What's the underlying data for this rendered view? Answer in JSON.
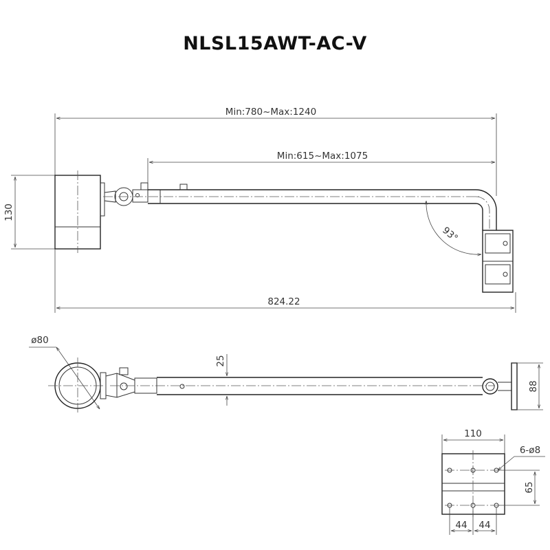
{
  "title": "NLSL15AWT-AC-V",
  "side_view": {
    "overall_length": "Min:780~Max:1240",
    "arm_length": "Min:615~Max:1075",
    "total_length": "824.22",
    "head_height": "130",
    "bend_angle": "93°"
  },
  "top_view": {
    "head_diameter": "ø80",
    "arm_diameter": "25",
    "bracket_width": "88"
  },
  "bracket_view": {
    "width": "110",
    "holes": "6-ø8",
    "hole_pitch_v": "65",
    "hole_pitch_h1": "44",
    "hole_pitch_h2": "44"
  }
}
